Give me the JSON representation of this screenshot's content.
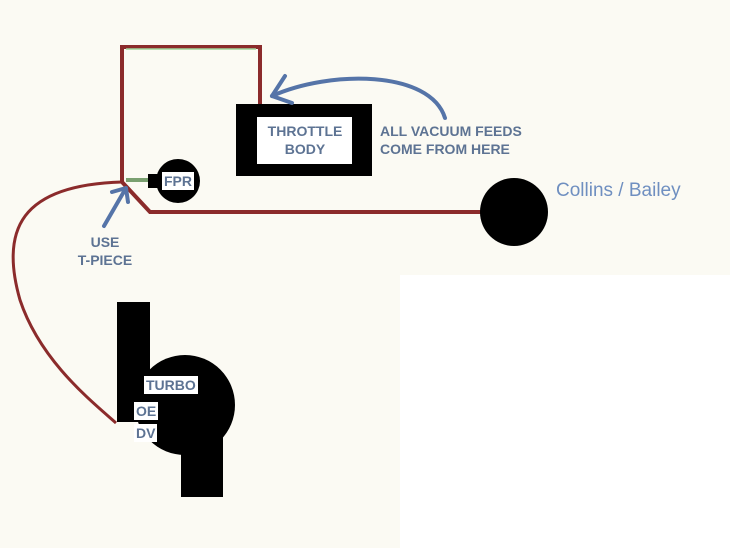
{
  "labels": {
    "throttle_body": [
      "THROTTLE",
      "BODY"
    ],
    "vacuum_note": [
      "ALL VACUUM FEEDS",
      "COME FROM HERE"
    ],
    "fpr": "FPR",
    "collins_bailey": "Collins / Bailey",
    "t_piece": [
      "USE",
      "T-PIECE"
    ],
    "turbo": "TURBO",
    "oe_dv": [
      "OE",
      "DV"
    ]
  },
  "colors": {
    "hose": "#8b2b2b",
    "arrow": "#5574a8",
    "text": "#5d7393",
    "component": "#000000"
  }
}
